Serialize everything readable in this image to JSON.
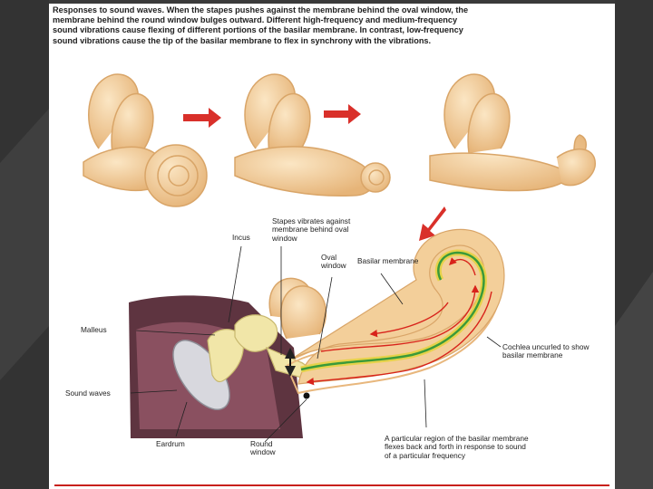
{
  "caption": "Responses to sound waves. When the stapes pushes against the membrane behind the oval window, the membrane behind the round window bulges outward. Different high-frequency and medium-frequency sound vibrations cause flexing of different portions of the basilar membrane. In contrast, low-frequency sound vibrations cause the tip of the basilar membrane to flex in synchrony with the vibrations.",
  "labels": {
    "incus": "Incus",
    "stapes": "Stapes vibrates against membrane behind oval window",
    "oval_window": "Oval window",
    "basilar_membrane": "Basilar membrane",
    "malleus": "Malleus",
    "sound_waves": "Sound waves",
    "cochlea": "Cochlea uncurled to show basilar membrane",
    "eardrum": "Eardrum",
    "round_window": "Round window",
    "particular_region": "A particular region of the basilar membrane flexes back and forth in response to sound of a particular frequency"
  },
  "colors": {
    "background": "#3a3a3a",
    "page": "#ffffff",
    "arrow_red": "#d9302a",
    "cochlea_tan": "#f3cf9a",
    "membrane_green": "#3a9a3a",
    "membrane_yellow": "#e6d24a",
    "flow_red": "#d8231b",
    "eardrum_purple": "#7d4a58"
  }
}
